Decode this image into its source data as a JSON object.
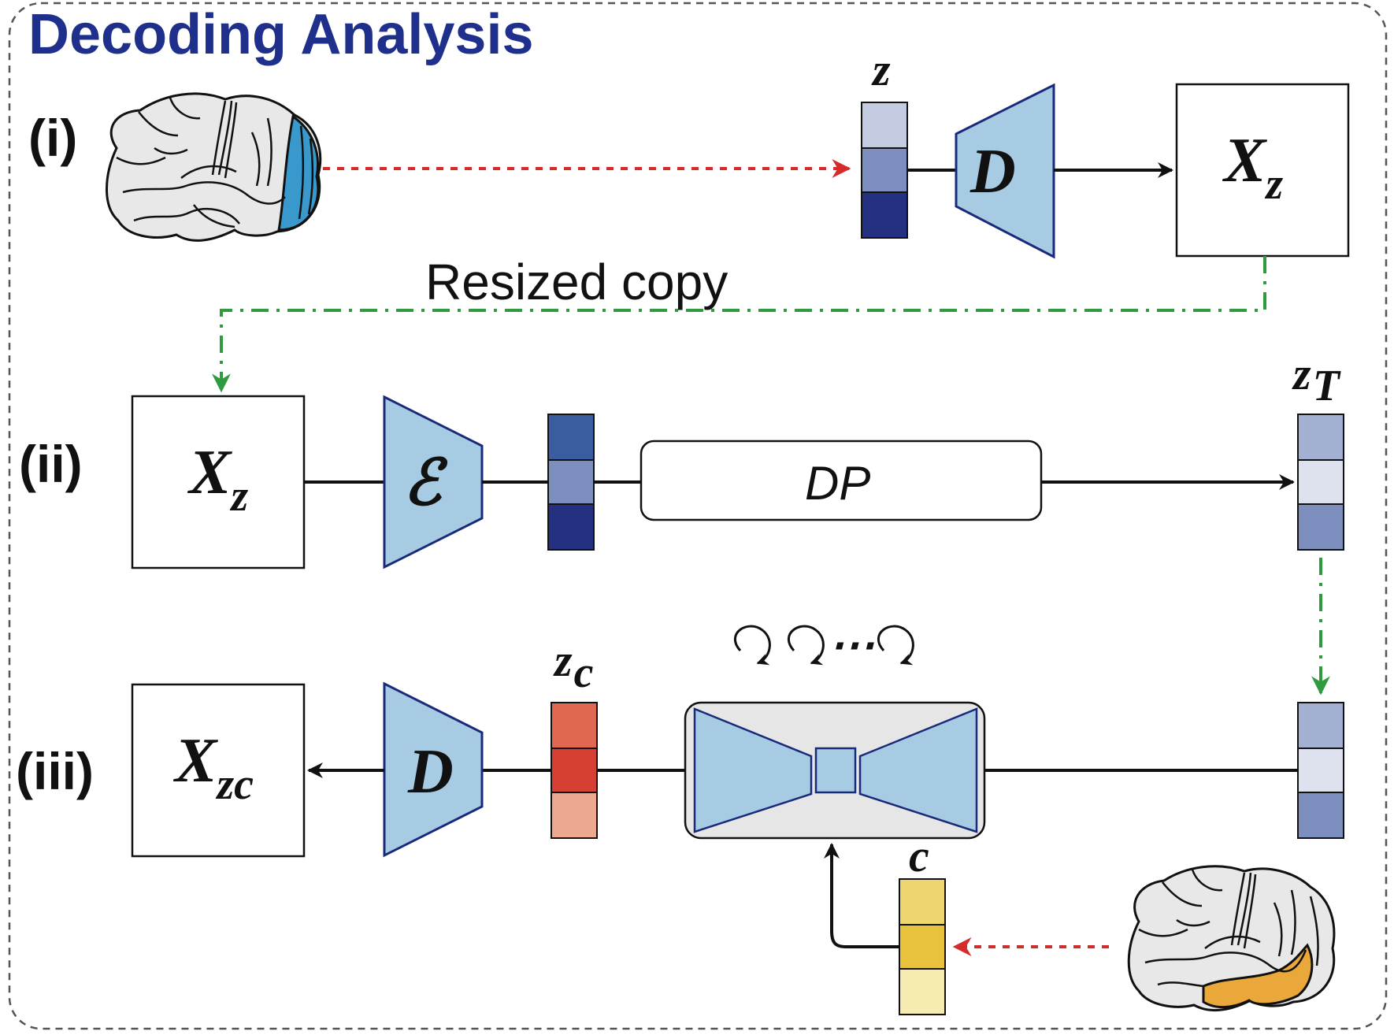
{
  "title": "Decoding Analysis",
  "rows": {
    "r1": {
      "label": "(i)"
    },
    "r2": {
      "label": "(ii)"
    },
    "r3": {
      "label": "(iii)"
    }
  },
  "labels": {
    "resized_copy": "Resized copy",
    "z": "z",
    "xz_main": "X",
    "xz_sub": "z",
    "xzc_main": "X",
    "xzc_sub": "zc",
    "decoder": "D",
    "encoder": "ℰ",
    "dp": "DP",
    "zT_main": "z",
    "zT_sub": "T",
    "zc_main": "z",
    "zc_sub": "c",
    "c": "c",
    "ellipsis": "⋯"
  },
  "colors": {
    "title": "#1f2f8c",
    "network_blue": "#a7cbe3",
    "latent_blue_light": "#c3cce0",
    "latent_blue_mid": "#7d8fbf",
    "latent_blue_dark": "#243180",
    "noise_light": "#dde2ee",
    "noise_mid": "#a4b0d2",
    "red_dark": "#d63f33",
    "red_mid": "#e06751",
    "red_light": "#eca990",
    "yellow_mid": "#edd670",
    "yellow_dark": "#e8c23d",
    "yellow_light": "#f6ebb1",
    "arrow_red": "#d62b2b",
    "arrow_green": "#2f9a3f",
    "brain_region_blue": "#3a99cc",
    "brain_region_orange": "#eba83a"
  }
}
